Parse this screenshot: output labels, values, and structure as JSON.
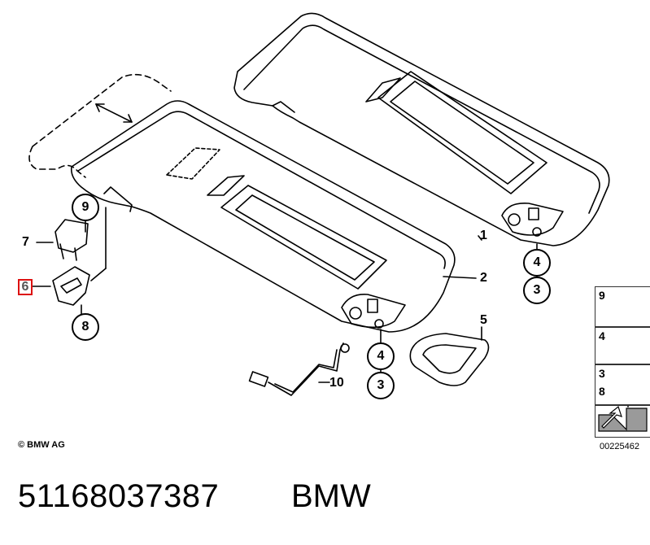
{
  "callouts": {
    "c9": "9",
    "c7": "7",
    "c6": "6",
    "c8": "8",
    "c1": "1",
    "c2": "2",
    "c4a": "4",
    "c3a": "3",
    "c4b": "4",
    "c3b": "3",
    "c5": "5",
    "c10": "10"
  },
  "legend": {
    "row1": "9",
    "row2": "4",
    "row3a": "3",
    "row3b": "8"
  },
  "copyright": "© BMW AG",
  "diagram_id": "00225462",
  "footer": {
    "part_number": "51168037387",
    "brand": "BMW"
  },
  "colors": {
    "highlight": "#dd1111",
    "line": "#000000"
  }
}
